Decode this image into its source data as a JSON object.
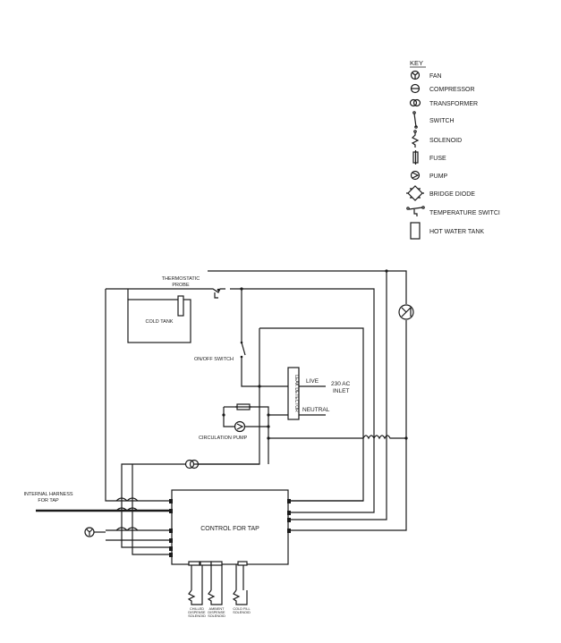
{
  "key": {
    "title": "KEY",
    "items": [
      {
        "icon": "fan-icon",
        "label": "FAN"
      },
      {
        "icon": "compressor-icon",
        "label": "COMPRESSOR"
      },
      {
        "icon": "transformer-icon",
        "label": "TRANSFORMER"
      },
      {
        "icon": "switch-icon",
        "label": "SWITCH"
      },
      {
        "icon": "solenoid-icon",
        "label": "SOLENOID"
      },
      {
        "icon": "fuse-icon",
        "label": "FUSE"
      },
      {
        "icon": "pump-icon",
        "label": "PUMP"
      },
      {
        "icon": "bridge-diode-icon",
        "label": "BRIDGE DIODE"
      },
      {
        "icon": "temperature-switch-icon",
        "label": "TEMPERATURE SWITCI"
      },
      {
        "icon": "hot-water-tank-icon",
        "label": "HOT WATER TANK"
      }
    ]
  },
  "labels": {
    "thermostatic_probe_line1": "THERMOSTATIC",
    "thermostatic_probe_line2": "PROBE",
    "cold_tank": "COLD TANK",
    "on_off_switch": "ON/OFF SWITCH",
    "leak_detector": "LEAK DETECTOR",
    "live": "LIVE",
    "neutral": "NEUTRAL",
    "inlet_line1": "230 AC",
    "inlet_line2": "INLET",
    "circulation_pump": "CIRCULATION PUMP",
    "internal_harness_line1": "INTERNAL HARNESS",
    "internal_harness_line2": "FOR TAP",
    "control_for_tap": "CONTROL FOR  TAP",
    "chilled_solenoid_line1": "CHILLED",
    "chilled_solenoid_line2": "DISPENSE",
    "chilled_solenoid_line3": "SOLENOID",
    "ambient_solenoid_line1": "AMBIENT",
    "ambient_solenoid_line2": "DISPENSE",
    "ambient_solenoid_line3": "SOLENOID",
    "cold_fill_solenoid_line1": "COLD FILL",
    "cold_fill_solenoid_line2": "SOLENOID"
  }
}
